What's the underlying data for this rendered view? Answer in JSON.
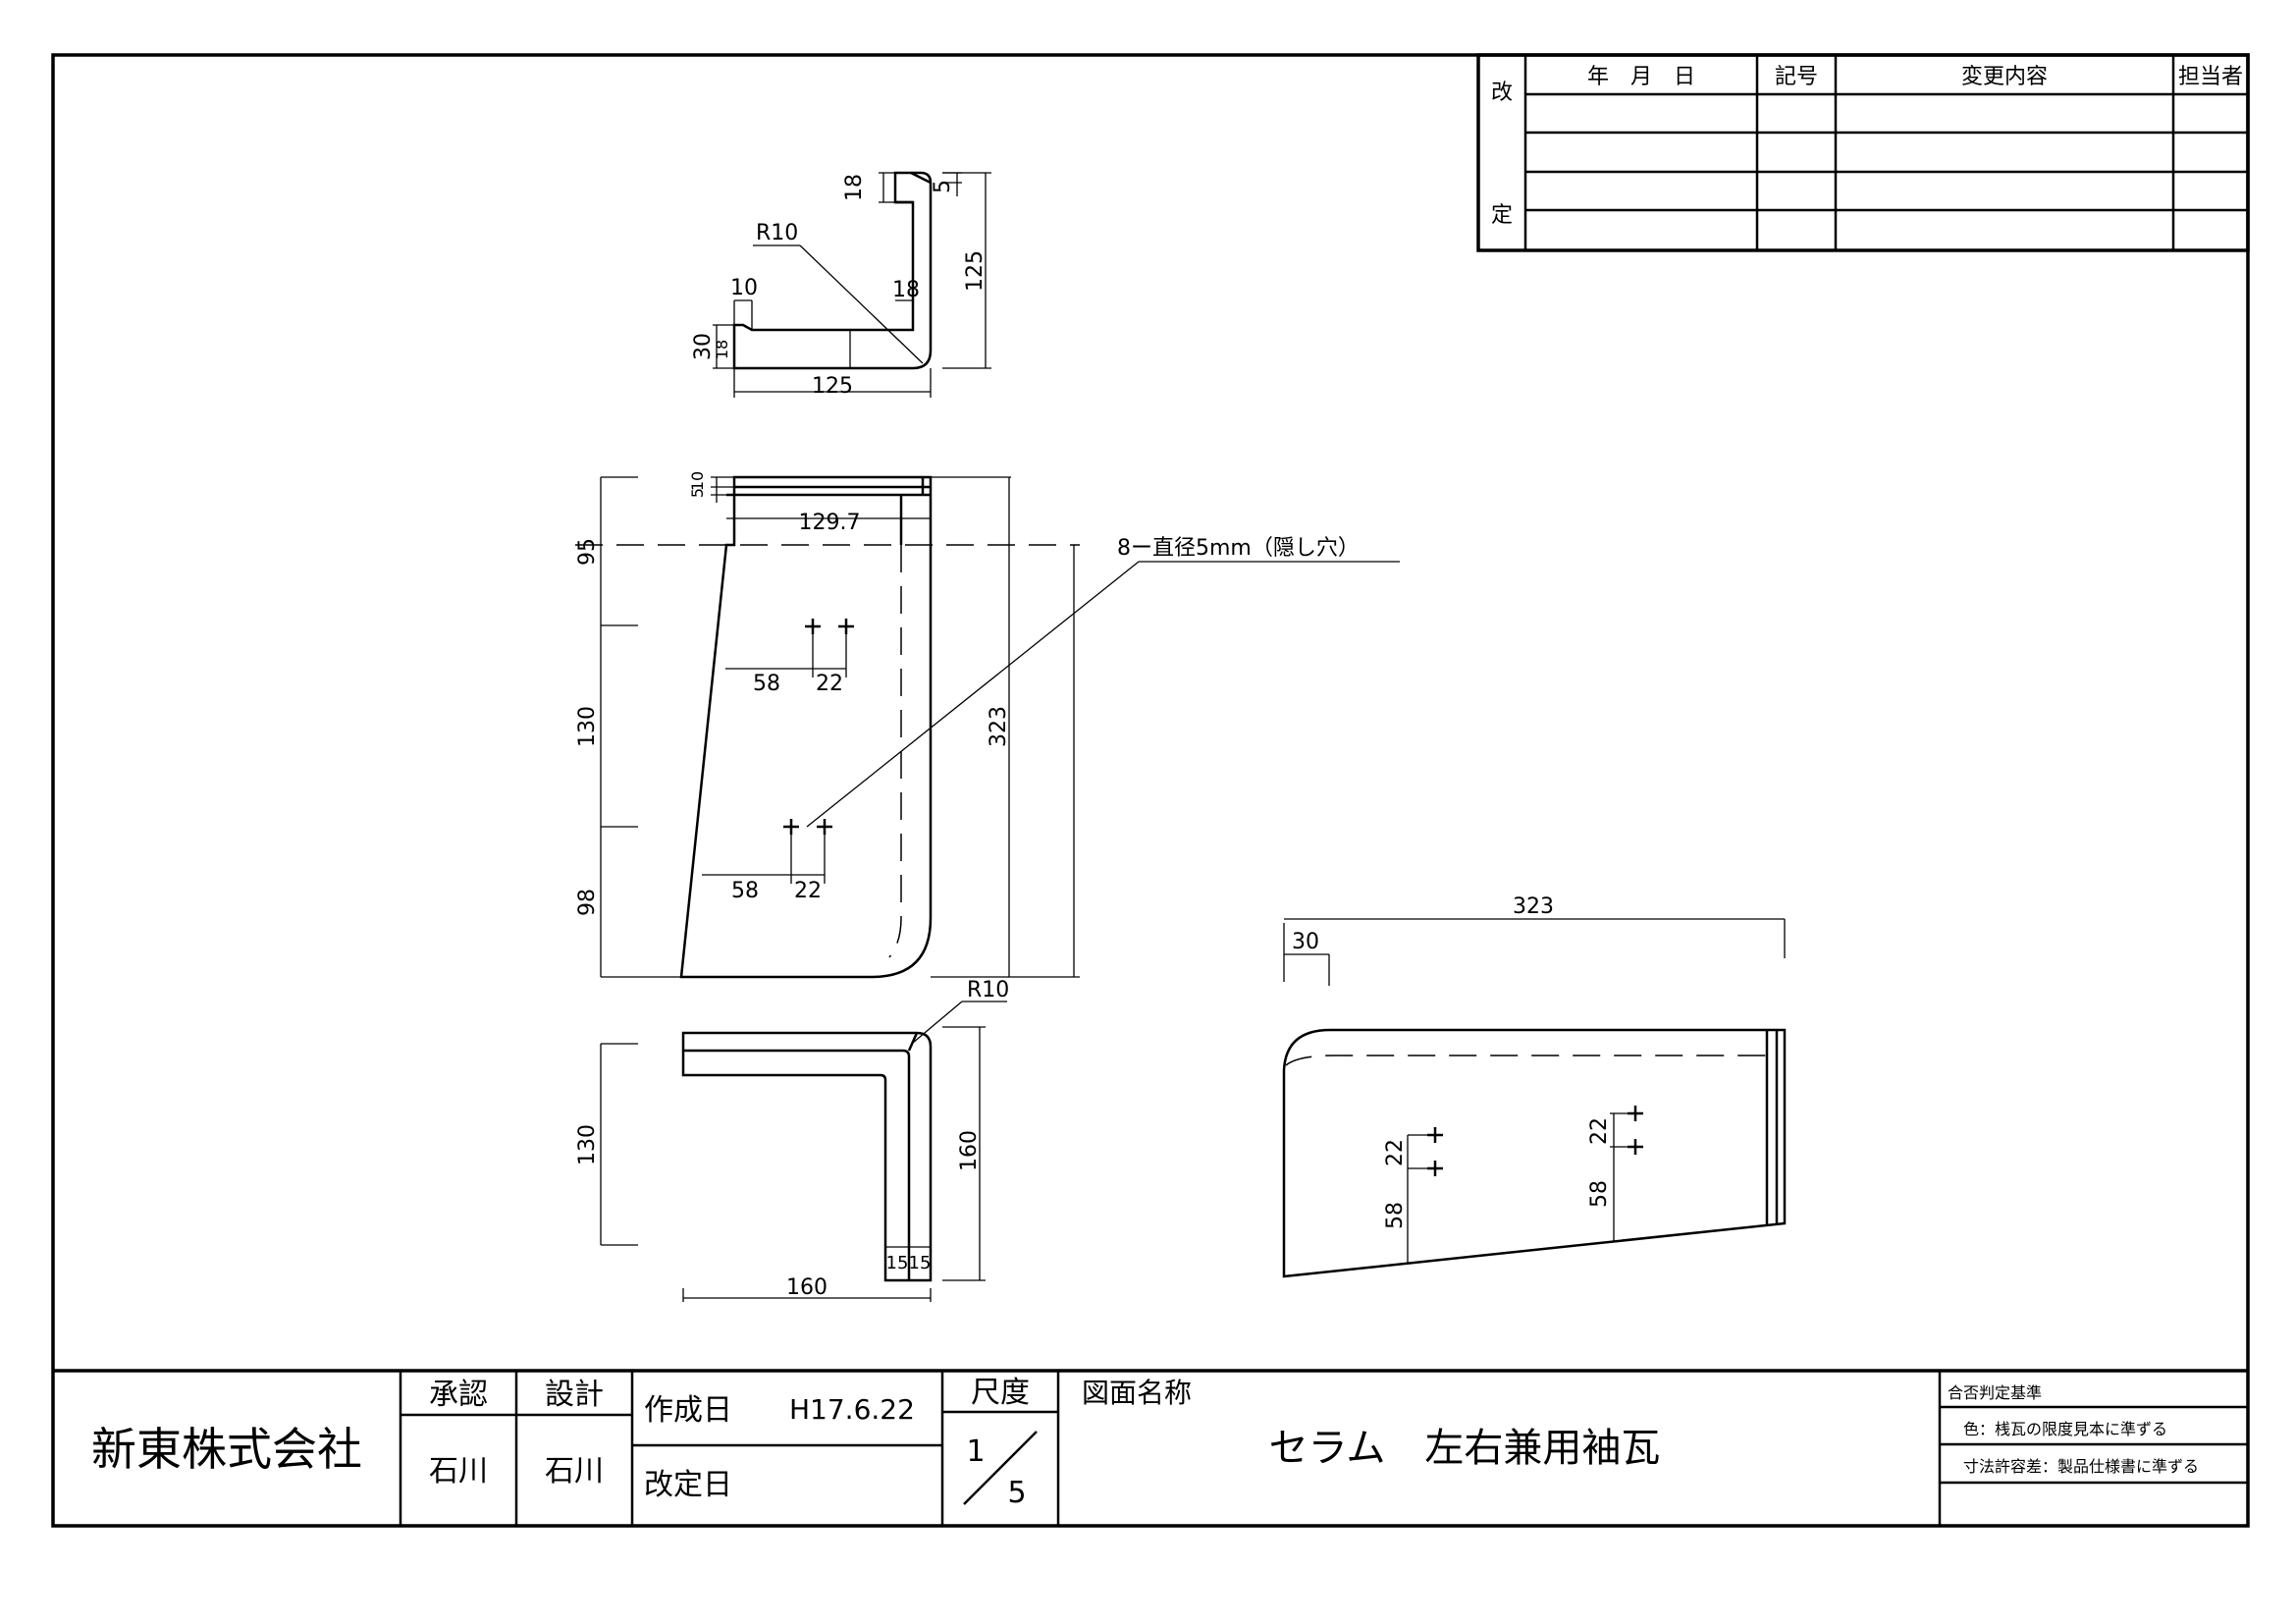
{
  "revision_table": {
    "label_top": "改",
    "label_bottom": "定",
    "headers": [
      "年　月　日",
      "記号",
      "変更内容",
      "担当者"
    ]
  },
  "dimensions": {
    "top_view": {
      "r10": "R10",
      "d18a": "18",
      "d5": "5",
      "d125v": "125",
      "d10": "10",
      "d18b": "18",
      "d30": "30",
      "d18c": "18",
      "d125h": "125"
    },
    "front_view": {
      "d5": "5",
      "d10": "10",
      "d129_7": "129.7",
      "d95": "95",
      "d130": "130",
      "d98": "98",
      "d323": "323",
      "d58a": "58",
      "d22a": "22",
      "d58b": "58",
      "d22b": "22",
      "hole_note": "8ー直径5mm（隠し穴）"
    },
    "plan_view": {
      "r10": "R10",
      "d130": "130",
      "d160v": "160",
      "d160h": "160",
      "d15a": "15",
      "d15b": "15"
    },
    "side_view": {
      "d323": "323",
      "d30": "30",
      "d22a": "22",
      "d58a": "58",
      "d22b": "22",
      "d58b": "58"
    }
  },
  "title_block": {
    "company": "新東株式会社",
    "approve_label": "承認",
    "design_label": "設計",
    "approver": "石川",
    "designer": "石川",
    "created_label": "作成日",
    "created_date": "H17.6.22",
    "revised_label": "改定日",
    "scale_label": "尺度",
    "scale_num": "1",
    "scale_den": "5",
    "drawing_name_label": "図面名称",
    "drawing_name": "セラム　左右兼用袖瓦",
    "criteria_title": "合否判定基準",
    "criteria_color": "色：桟瓦の限度見本に準ずる",
    "criteria_tolerance": "寸法許容差：製品仕様書に準ずる"
  }
}
